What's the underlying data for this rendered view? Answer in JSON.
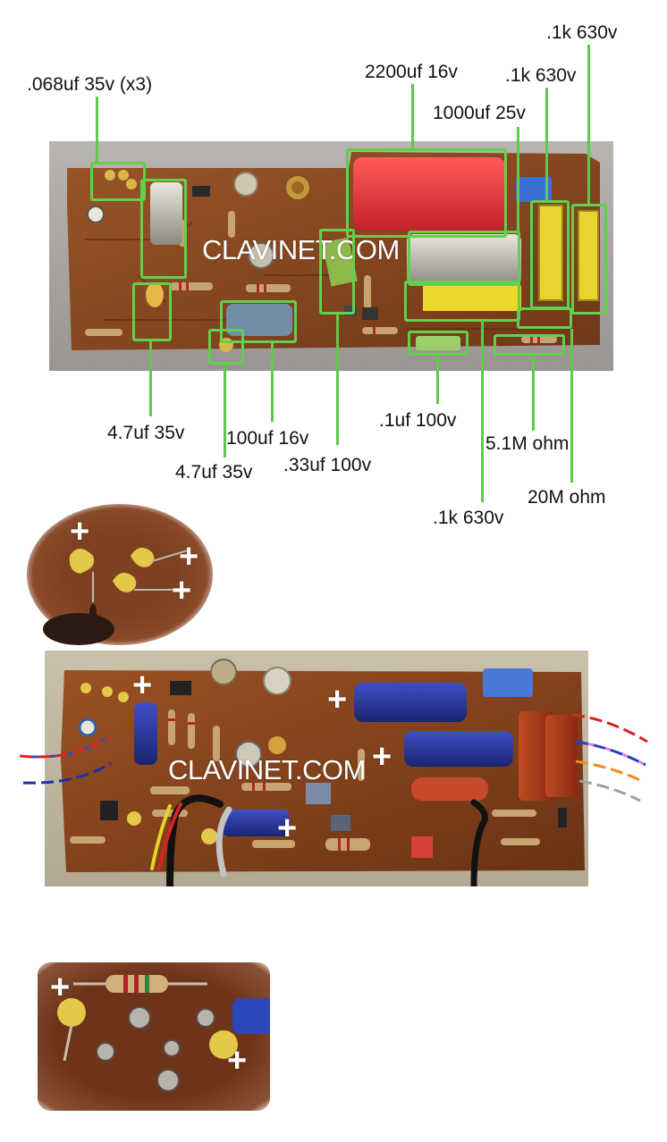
{
  "labels": {
    "cap_068": ".068uf 35v (x3)",
    "cap_2200": "2200uf 16v",
    "cap_1k_a": ".1k 630v",
    "cap_1k_b": ".1k 630v",
    "cap_1000": "1000uf 25v",
    "cap_47_a": "4.7uf 35v",
    "cap_100": "100uf 16v",
    "cap_47_b": "4.7uf 35v",
    "cap_33": ".33uf 100v",
    "cap_1_100": ".1uf 100v",
    "res_51m": "5.1M ohm",
    "res_20m": "20M ohm",
    "cap_1k_c": ".1k 630v"
  },
  "watermarks": {
    "top": "CLAVINET.COM",
    "middle": "CLAVINET.COM"
  },
  "polarity_mark": "+",
  "colors": {
    "highlight": "#62d04c",
    "pcb": "#8a4a22",
    "label_text": "#111111"
  }
}
